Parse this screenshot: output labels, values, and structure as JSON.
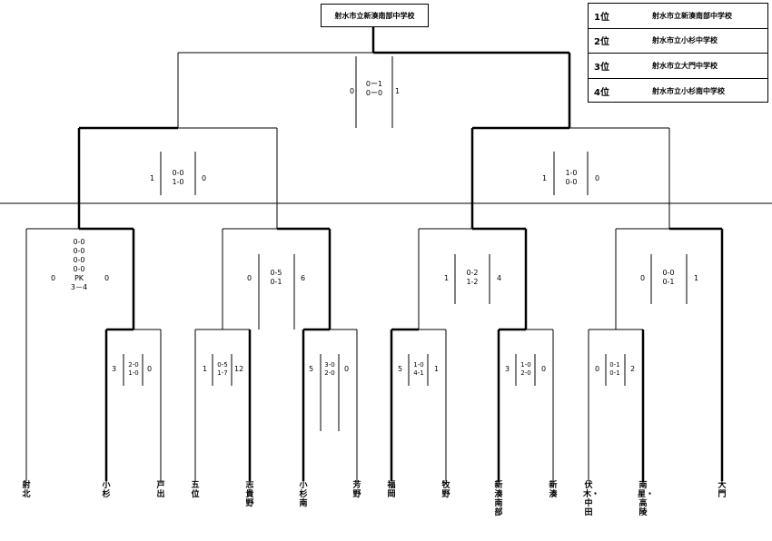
{
  "champion": "射水市立新湊南部中学校",
  "rankings": [
    {
      "label": "1位",
      "school": "射水市立新湊南部中学校"
    },
    {
      "label": "2位",
      "school": "射水市立小杉中学校"
    },
    {
      "label": "3位",
      "school": "射水市立大門中学校"
    },
    {
      "label": "4位",
      "school": "射水市立小杉南中学校"
    }
  ],
  "teams": [
    "射北",
    "小杉",
    "戸出",
    "五位",
    "志貴野",
    "小杉南",
    "芳野",
    "福岡",
    "牧野",
    "新湊南部",
    "新湊",
    "伏木・中田",
    "南星・高陵",
    "大門"
  ],
  "matches": {
    "final": {
      "left": "0",
      "right": "1",
      "sets": [
        "0ー1",
        "0ー0"
      ]
    },
    "semi_left": {
      "left": "1",
      "right": "0",
      "sets": [
        "0-0",
        "1-0"
      ]
    },
    "semi_right": {
      "left": "1",
      "right": "0",
      "sets": [
        "1-0",
        "0-0"
      ]
    },
    "qf1": {
      "left": "0",
      "right": "0",
      "sets": [
        "0-0",
        "0-0",
        "0-0",
        "0-0",
        "PK",
        "3－4"
      ]
    },
    "qf2": {
      "left": "0",
      "right": "6",
      "sets": [
        "0-5",
        "0-1"
      ]
    },
    "qf3": {
      "left": "1",
      "right": "4",
      "sets": [
        "0-2",
        "1-2"
      ]
    },
    "qf4": {
      "left": "0",
      "right": "1",
      "sets": [
        "0-0",
        "0-1"
      ]
    },
    "r1_a": {
      "left": "3",
      "right": "0",
      "sets": [
        "2-0",
        "1-0"
      ]
    },
    "r1_b": {
      "left": "1",
      "right": "12",
      "sets": [
        "0-5",
        "1-7"
      ]
    },
    "r1_c": {
      "left": "5",
      "right": "0",
      "sets": [
        "3-0",
        "2-0"
      ]
    },
    "r1_d": {
      "left": "5",
      "right": "1",
      "sets": [
        "1-0",
        "4-1"
      ]
    },
    "r1_e": {
      "left": "3",
      "right": "0",
      "sets": [
        "1-0",
        "2-0"
      ]
    },
    "r1_f": {
      "left": "0",
      "right": "2",
      "sets": [
        "0-1",
        "0-1"
      ]
    }
  }
}
